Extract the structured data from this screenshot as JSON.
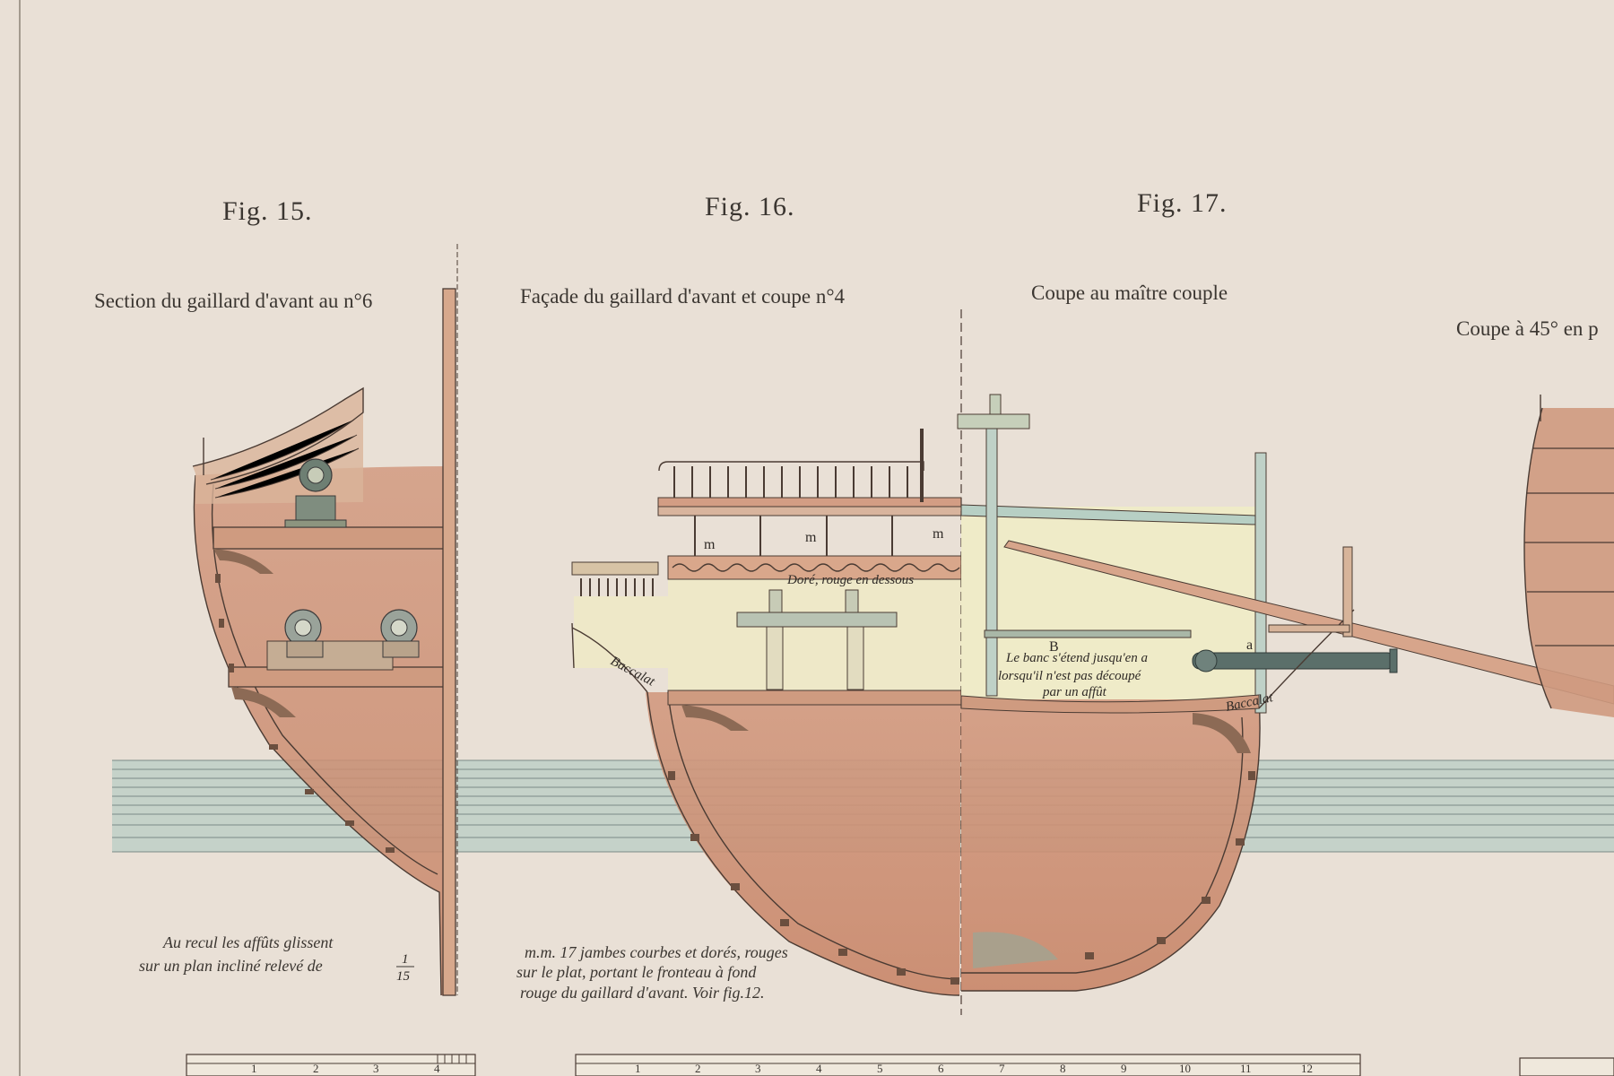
{
  "figures": [
    {
      "number": "Fig. 15.",
      "caption": "Section du gaillard d'avant au n°6"
    },
    {
      "number": "Fig. 16.",
      "caption": "Façade du gaillard d'avant et coupe n°4"
    },
    {
      "number": "Fig. 17.",
      "caption": "Coupe au maître couple"
    },
    {
      "number": "",
      "caption": "Coupe à 45° en p"
    }
  ],
  "notes": {
    "fig15_line1": "Au recul les affûts glissent",
    "fig15_line2": "sur un plan incliné relevé de",
    "fig15_frac_num": "1",
    "fig15_frac_den": "15",
    "fig16_line1": "m.m. 17 jambes courbes et dorés, rouges",
    "fig16_line2": "sur le plat, portant le fronteau à fond",
    "fig16_line3": "rouge du gaillard d'avant. Voir fig.12.",
    "dore": "Doré, rouge en dessous",
    "banc_line1": "Le banc s'étend jusqu'en a",
    "banc_line2": "lorsqu'il n'est pas découpé",
    "banc_line3": "par un affût",
    "baccalat_left": "Baccalat",
    "baccalat_right": "Baccalat"
  },
  "letters": {
    "m": "m",
    "a": "a",
    "B": "B"
  },
  "scales": {
    "left_ticks": [
      "1",
      "2",
      "3",
      "4"
    ],
    "middle_ticks": [
      "1",
      "2",
      "3",
      "4",
      "5",
      "6",
      "7",
      "8",
      "9",
      "10",
      "11",
      "12"
    ]
  },
  "colors": {
    "paper": "#e9e0d6",
    "hull_red": "#c98e74",
    "deck_yellow": "#ece8c6",
    "water_green": "#9fc1bc",
    "ink": "#4a3b33"
  }
}
